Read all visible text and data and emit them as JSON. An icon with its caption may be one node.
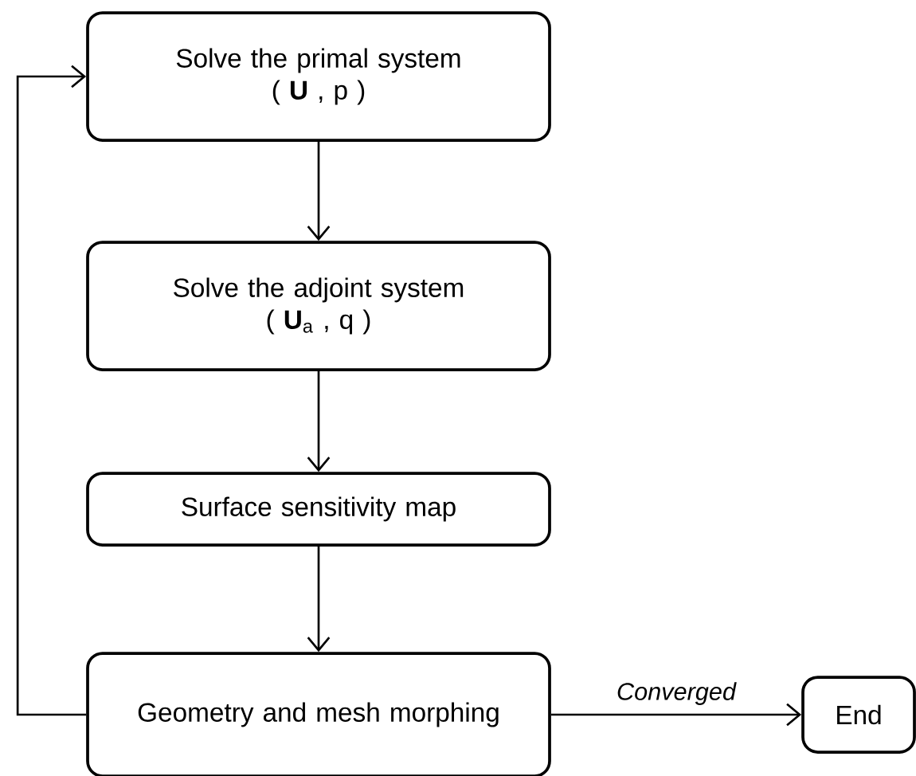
{
  "diagram": {
    "nodes": [
      {
        "text": [
          "Solve the primal system",
          "( **U** , p )"
        ]
      },
      {
        "text": [
          "Solve the adjoint system",
          "( **U**$_{a}$ , q )"
        ]
      },
      {
        "text": [
          "Surface sensitivity map"
        ]
      },
      {
        "text": [
          "Geometry and mesh morphing"
        ]
      },
      {
        "text": [
          "End"
        ]
      }
    ],
    "edges": [
      {
        "from": 0,
        "to": 1,
        "arrow": "to"
      },
      {
        "from": 1,
        "to": 2,
        "arrow": "to"
      },
      {
        "from": 2,
        "to": 3,
        "arrow": "to"
      },
      {
        "from": 3,
        "to": 0,
        "arrow": "to"
      },
      {
        "from": 3,
        "to": 4,
        "arrow": "to",
        "label": "Converged"
      }
    ]
  }
}
